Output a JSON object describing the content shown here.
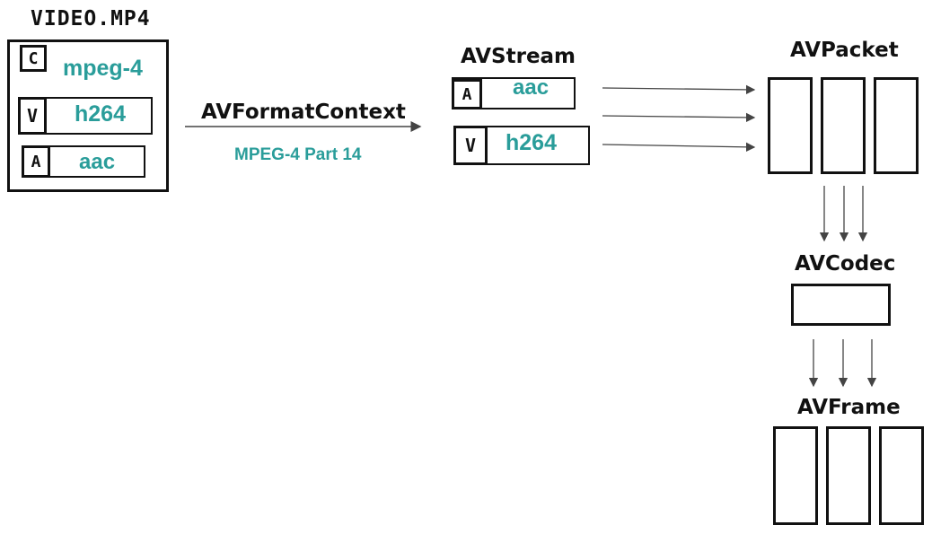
{
  "file": {
    "title": "VIDEO.MP4",
    "container": {
      "letter": "C",
      "label": "mpeg-4"
    },
    "video": {
      "letter": "V",
      "label": "h264"
    },
    "audio": {
      "letter": "A",
      "label": "aac"
    }
  },
  "format_context": {
    "label": "AVFormatContext",
    "sublabel": "MPEG-4 Part 14"
  },
  "stream": {
    "label": "AVStream",
    "audio": {
      "letter": "A",
      "label": "aac"
    },
    "video": {
      "letter": "V",
      "label": "h264"
    }
  },
  "packet": {
    "label": "AVPacket"
  },
  "codec": {
    "label": "AVCodec"
  },
  "frame": {
    "label": "AVFrame"
  },
  "colors": {
    "accent": "#2a9d9a",
    "ink": "#111111"
  }
}
